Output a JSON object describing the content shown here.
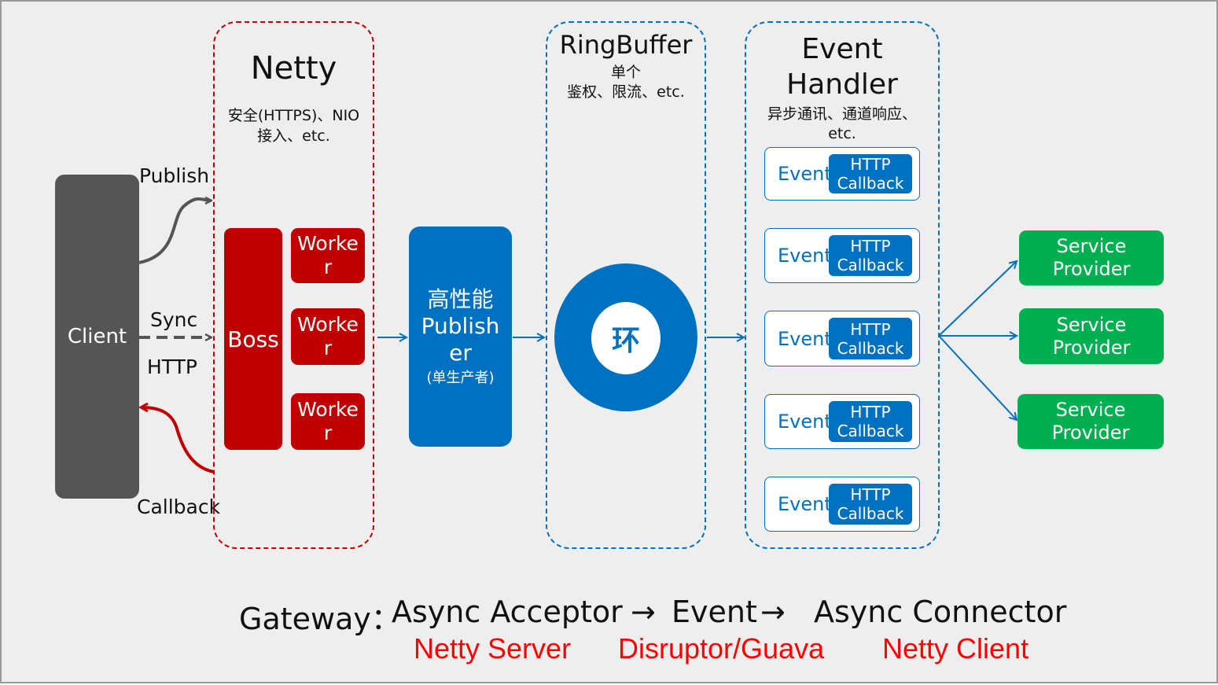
{
  "client": {
    "label": "Client"
  },
  "client_links": {
    "publish": "Publish",
    "sync": "Sync",
    "http": "HTTP",
    "callback": "Callback"
  },
  "netty": {
    "title": "Netty",
    "subtitle_line1": "安全(HTTPS)、NIO",
    "subtitle_line2": "接入、etc.",
    "boss": "Boss",
    "workers": [
      "Worke\nr",
      "Worke\nr",
      "Worke\nr"
    ]
  },
  "publisher": {
    "title": "高性能\nPublish\ner",
    "subtitle": "(单生产者)"
  },
  "ringbuffer": {
    "title": "RingBuffer",
    "subtitle_line1": "单个",
    "subtitle_line2": "鉴权、限流、etc.",
    "ring_label": "环"
  },
  "event_handler": {
    "title_line1": "Event",
    "title_line2": "Handler",
    "subtitle_line1": "异步通讯、通道响应、",
    "subtitle_line2": "etc.",
    "cards": [
      {
        "event": "Event",
        "line1": "HTTP",
        "line2": "Callback"
      },
      {
        "event": "Event",
        "line1": "HTTP",
        "line2": "Callback"
      },
      {
        "event": "Event",
        "line1": "HTTP",
        "line2": "Callback"
      },
      {
        "event": "Event",
        "line1": "HTTP",
        "line2": "Callback"
      },
      {
        "event": "Event",
        "line1": "HTTP",
        "line2": "Callback"
      }
    ]
  },
  "providers": [
    {
      "line1": "Service",
      "line2": "Provider"
    },
    {
      "line1": "Service",
      "line2": "Provider"
    },
    {
      "line1": "Service",
      "line2": "Provider"
    }
  ],
  "footer": {
    "gateway": "Gateway：",
    "acceptor": "Async Acceptor",
    "arrow1": "→",
    "event": "Event",
    "arrow2": "→",
    "connector": "Async Connector",
    "netty_server": "Netty Server",
    "disruptor": "Disruptor/Guava",
    "netty_client": "Netty Client"
  },
  "colors": {
    "background": "#eeeeee",
    "client": "#555555",
    "netty_red": "#c00000",
    "blue": "#0070c0",
    "green": "#00b050",
    "footer_red": "#ff0000"
  }
}
